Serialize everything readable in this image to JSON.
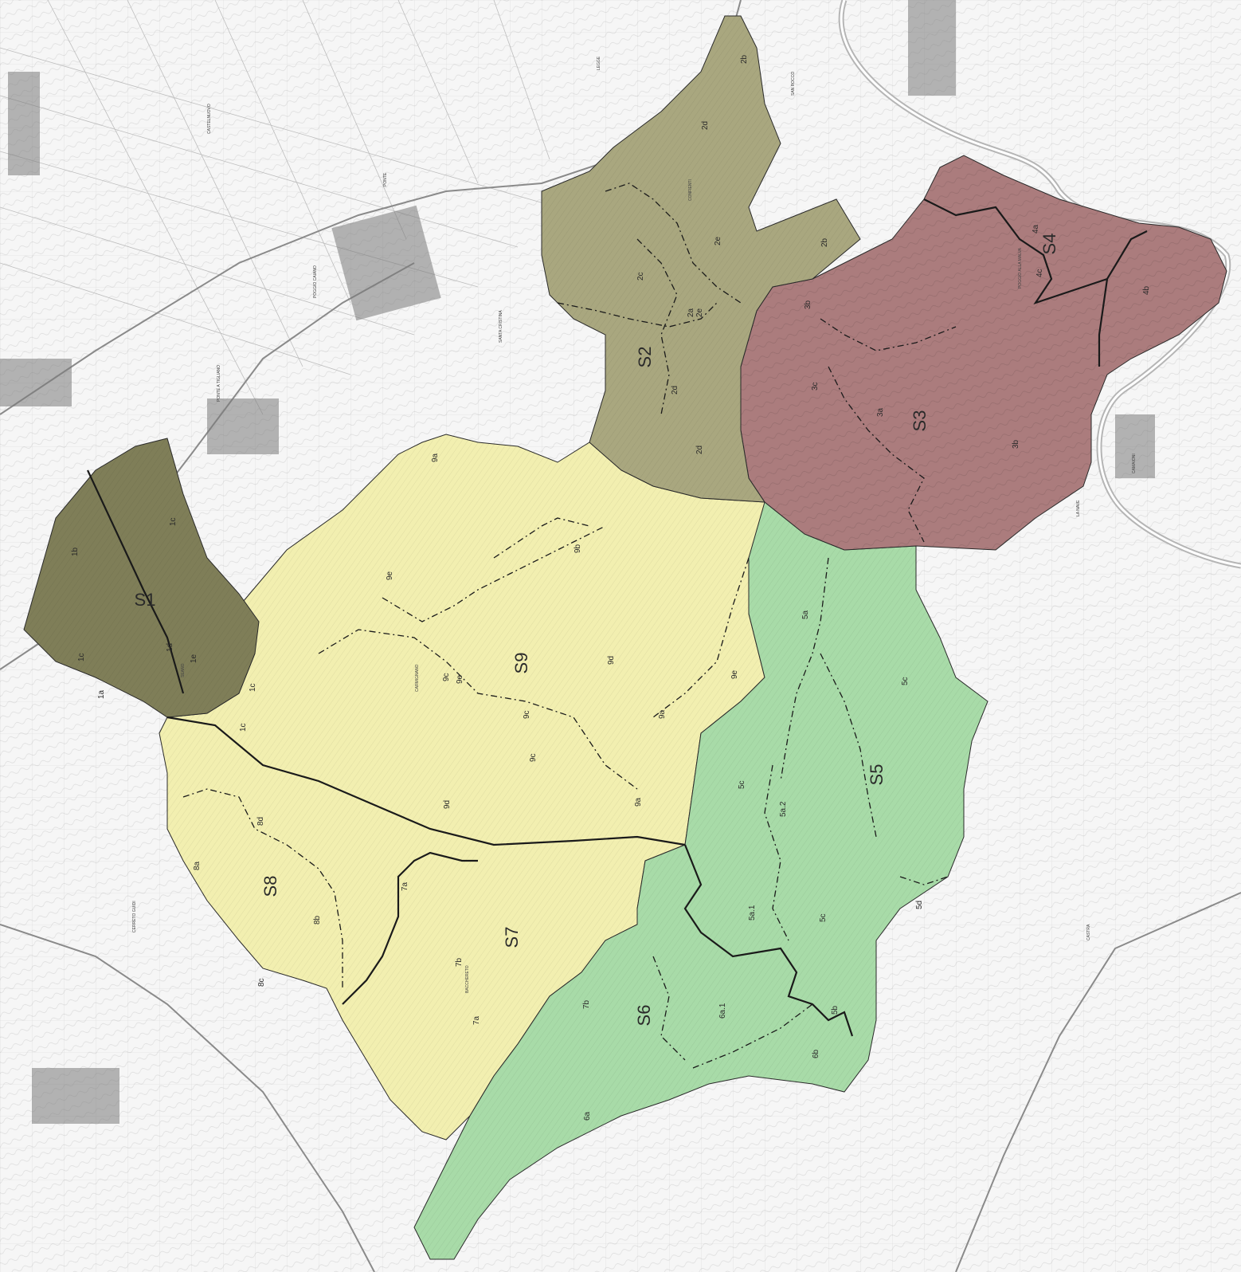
{
  "map": {
    "sectors": [
      {
        "id": "S1",
        "label": "S1",
        "color": "#7f7f56"
      },
      {
        "id": "S2",
        "label": "S2",
        "color": "#a8a67e"
      },
      {
        "id": "S3",
        "label": "S3",
        "color": "#a97b7c"
      },
      {
        "id": "S4",
        "label": "S4",
        "color": "#a97b7c"
      },
      {
        "id": "S5",
        "label": "S5",
        "color": "#a7d9a7"
      },
      {
        "id": "S6",
        "label": "S6",
        "color": "#a7d9a7"
      },
      {
        "id": "S7",
        "label": "S7",
        "color": "#f1eeaf"
      },
      {
        "id": "S8",
        "label": "S8",
        "color": "#f1eeaf"
      },
      {
        "id": "S9",
        "label": "S9",
        "color": "#f1eeaf"
      }
    ],
    "subzones": [
      "1a",
      "1b",
      "1c",
      "1c",
      "1c",
      "1c",
      "1d",
      "1e",
      "2a",
      "2b",
      "2b",
      "2c",
      "2d",
      "2d",
      "2d",
      "2e",
      "2e",
      "3a",
      "3b",
      "3b",
      "3c",
      "4a",
      "4b",
      "4c",
      "5a",
      "5a.1",
      "5a.2",
      "5b",
      "5c",
      "5c",
      "5c",
      "5d",
      "6a",
      "6a.1",
      "6b",
      "7a",
      "7a",
      "7b",
      "7b",
      "8a",
      "8b",
      "8c",
      "8d",
      "9a",
      "9a",
      "9a",
      "9b",
      "9c",
      "9c",
      "9c",
      "9d",
      "9d",
      "9e",
      "9e",
      "9e"
    ],
    "places": [
      "LEGGE",
      "CASTELNUOVO",
      "PONTE",
      "POGGIO CAIANO",
      "PONTE A TIGLIANO",
      "SANTA CRISTINA",
      "CONFIENTI",
      "SAN ROCCO",
      "LA NAVE",
      "CAMAIONI",
      "CARMIGNANO",
      "BACCHERETO",
      "POGGIO ALLA MALVA",
      "SEANO",
      "CASTRA",
      "CERRETO GUIDI"
    ],
    "colors": {
      "outline_solid": "#1a1a1a",
      "outline_dashed": "#1a1a1a",
      "base_line": "#9a9a9a",
      "river": "#bdbdbd"
    }
  }
}
